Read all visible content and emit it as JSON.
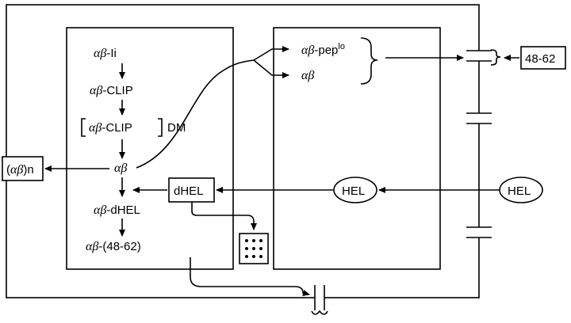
{
  "left_column": {
    "items": [
      {
        "greek": "αβ",
        "suffix": "-Ii"
      },
      {
        "greek": "αβ",
        "suffix": "-CLIP"
      },
      {
        "greek": "αβ",
        "suffix": "-CLIP",
        "bracketed": true,
        "tail": "DM"
      },
      {
        "greek": "αβ",
        "suffix": ""
      },
      {
        "greek": "αβ",
        "suffix": "-dHEL"
      },
      {
        "greek": "αβ",
        "suffix": "-(48-62)"
      }
    ]
  },
  "right_column": {
    "items": [
      {
        "greek": "αβ",
        "suffix": "-pep",
        "sup": "lo"
      },
      {
        "greek": "αβ",
        "suffix": ""
      }
    ]
  },
  "aggregate": {
    "open": "(",
    "greek": "αβ",
    "close": ")n"
  },
  "dhel_box": "dHEL",
  "hel_inner": "HEL",
  "hel_outer": "HEL",
  "peptide_box": "48-62"
}
